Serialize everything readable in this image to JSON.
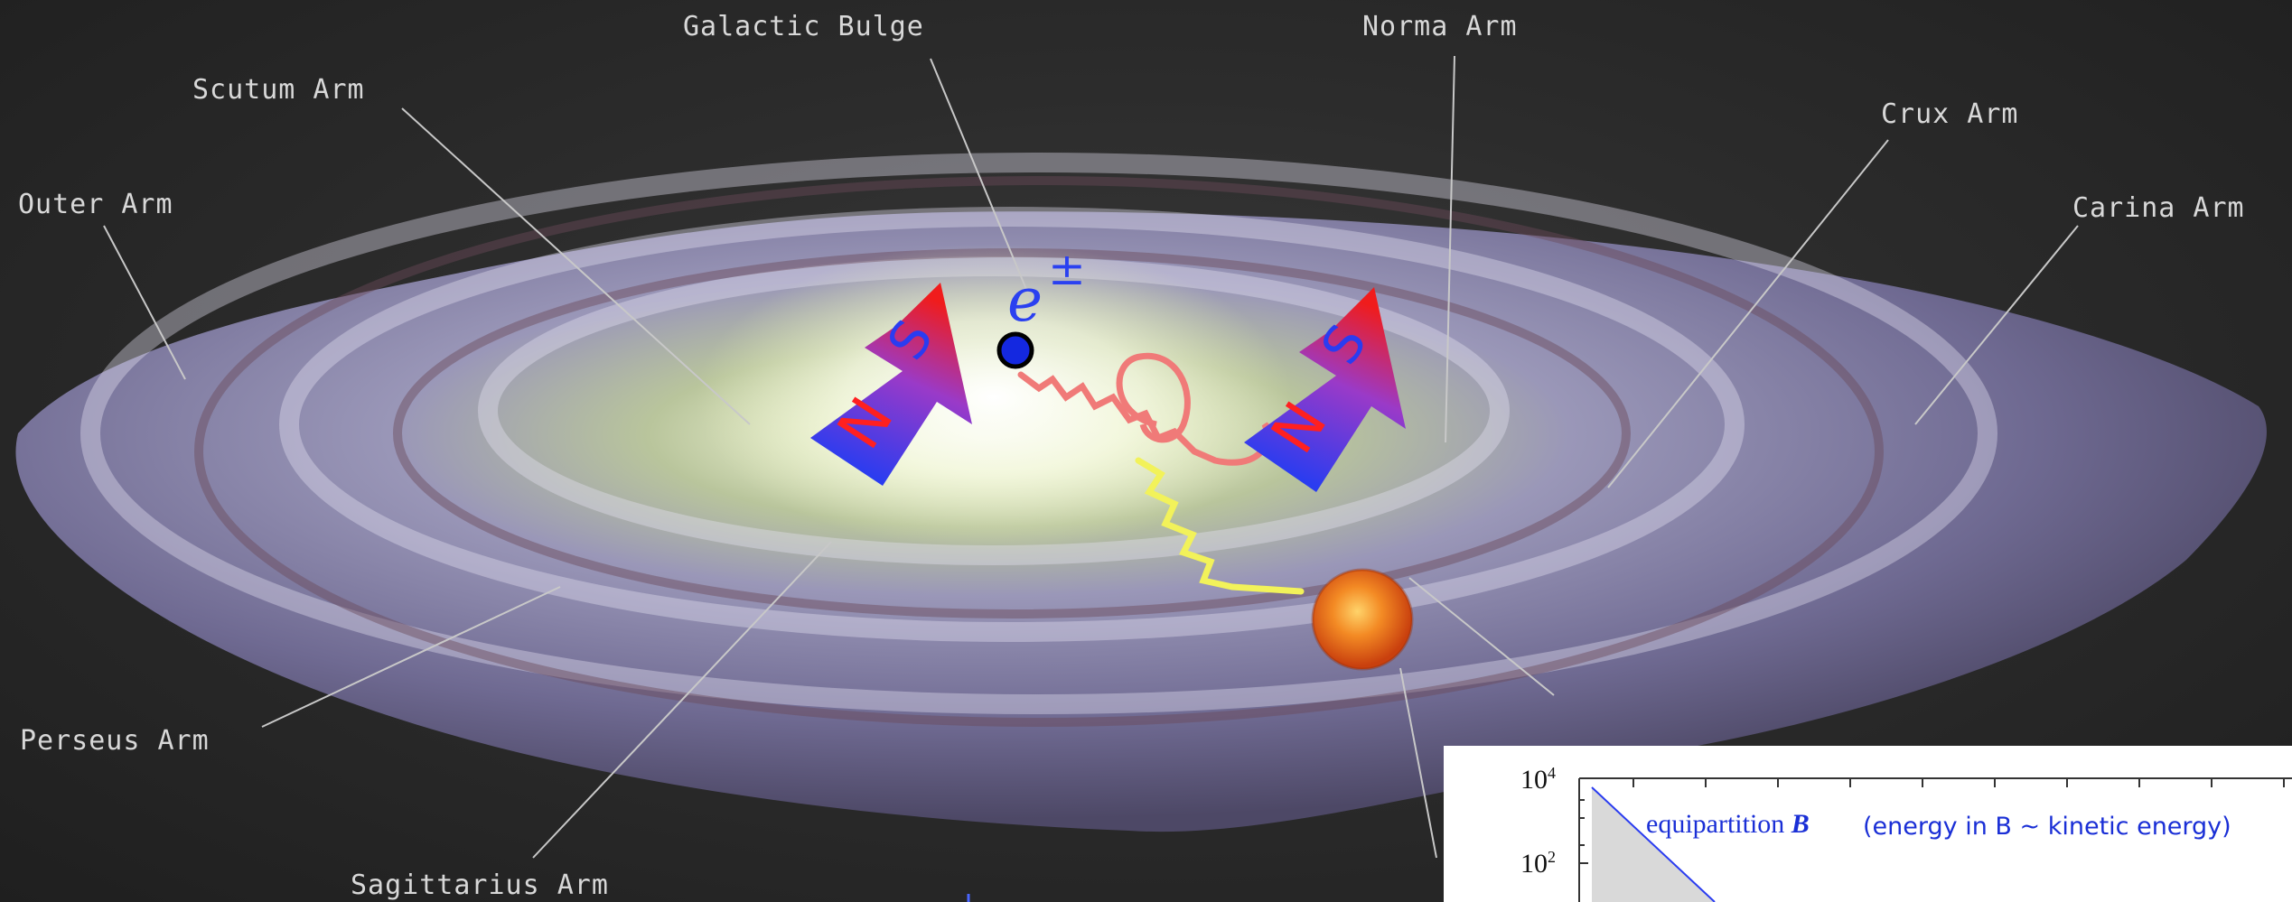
{
  "labels": {
    "galactic_bulge": "Galactic Bulge",
    "norma_arm": "Norma Arm",
    "scutum_arm": "Scutum Arm",
    "crux_arm": "Crux Arm",
    "outer_arm": "Outer Arm",
    "carina_arm": "Carina Arm",
    "perseus_arm": "Perseus Arm",
    "sagittarius_arm": "Sagittarius Arm"
  },
  "particle": {
    "symbol": "e",
    "superscript": "±"
  },
  "magnets": [
    {
      "north": "N",
      "south": "S"
    },
    {
      "north": "N",
      "south": "S"
    }
  ],
  "inset_chart": {
    "y_ticks": [
      {
        "base": "10",
        "exp": "4"
      },
      {
        "base": "10",
        "exp": "2"
      }
    ],
    "annotation_main": "equipartition",
    "annotation_var": "B",
    "annotation_paren": "(energy in B ~ kinetic energy)"
  },
  "colors": {
    "magnet_north": "#2a3cf0",
    "magnet_south": "#e8202a",
    "particle": "#1428e0",
    "radio_track": "#f07a78",
    "light_track": "#f2f25a",
    "sun": "#f06018",
    "annotation": "#1a2fd6"
  }
}
